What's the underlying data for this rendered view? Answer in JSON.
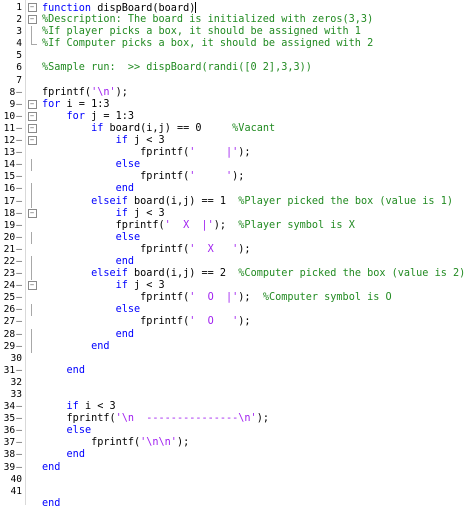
{
  "editor": {
    "lines": [
      [
        {
          "t": "function",
          "c": "kw"
        },
        {
          "t": " dispBoard(board)"
        }
      ],
      [
        {
          "t": "%Description: The board is initialized with zeros(3,3)",
          "c": "cm"
        }
      ],
      [
        {
          "t": "%If player picks a box, it should be assigned with 1",
          "c": "cm"
        }
      ],
      [
        {
          "t": "%If Computer picks a box, it should be assigned with 2",
          "c": "cm"
        }
      ],
      [],
      [
        {
          "t": "%Sample run:  >> dispBoard(randi([0 2],3,3))",
          "c": "cm"
        }
      ],
      [],
      [
        {
          "t": "fprintf("
        },
        {
          "t": "'\\n'",
          "c": "st"
        },
        {
          "t": ");"
        }
      ],
      [
        {
          "t": "for",
          "c": "kw"
        },
        {
          "t": " i = 1:3"
        }
      ],
      [
        {
          "t": "    "
        },
        {
          "t": "for",
          "c": "kw"
        },
        {
          "t": " j = 1:3"
        }
      ],
      [
        {
          "t": "        "
        },
        {
          "t": "if",
          "c": "kw"
        },
        {
          "t": " board(i,j) == 0     "
        },
        {
          "t": "%Vacant",
          "c": "cm"
        }
      ],
      [
        {
          "t": "            "
        },
        {
          "t": "if",
          "c": "kw"
        },
        {
          "t": " j < 3"
        }
      ],
      [
        {
          "t": "                fprintf("
        },
        {
          "t": "'     |'",
          "c": "st"
        },
        {
          "t": ");"
        }
      ],
      [
        {
          "t": "            "
        },
        {
          "t": "else",
          "c": "kw"
        }
      ],
      [
        {
          "t": "                fprintf("
        },
        {
          "t": "'     '",
          "c": "st"
        },
        {
          "t": ");"
        }
      ],
      [
        {
          "t": "            "
        },
        {
          "t": "end",
          "c": "kw"
        }
      ],
      [
        {
          "t": "        "
        },
        {
          "t": "elseif",
          "c": "kw"
        },
        {
          "t": " board(i,j) == 1  "
        },
        {
          "t": "%Player picked the box (value is 1)",
          "c": "cm"
        }
      ],
      [
        {
          "t": "            "
        },
        {
          "t": "if",
          "c": "kw"
        },
        {
          "t": " j < 3"
        }
      ],
      [
        {
          "t": "            fprintf("
        },
        {
          "t": "'  X  |'",
          "c": "st"
        },
        {
          "t": ");  "
        },
        {
          "t": "%Player symbol is X",
          "c": "cm"
        }
      ],
      [
        {
          "t": "            "
        },
        {
          "t": "else",
          "c": "kw"
        }
      ],
      [
        {
          "t": "                fprintf("
        },
        {
          "t": "'  X   '",
          "c": "st"
        },
        {
          "t": ");"
        }
      ],
      [
        {
          "t": "            "
        },
        {
          "t": "end",
          "c": "kw"
        }
      ],
      [
        {
          "t": "        "
        },
        {
          "t": "elseif",
          "c": "kw"
        },
        {
          "t": " board(i,j) == 2  "
        },
        {
          "t": "%Computer picked the box (value is 2)",
          "c": "cm"
        }
      ],
      [
        {
          "t": "            "
        },
        {
          "t": "if",
          "c": "kw"
        },
        {
          "t": " j < 3"
        }
      ],
      [
        {
          "t": "                fprintf("
        },
        {
          "t": "'  O  |'",
          "c": "st"
        },
        {
          "t": ");  "
        },
        {
          "t": "%Computer symbol is O",
          "c": "cm"
        }
      ],
      [
        {
          "t": "            "
        },
        {
          "t": "else",
          "c": "kw"
        }
      ],
      [
        {
          "t": "                fprintf("
        },
        {
          "t": "'  O   '",
          "c": "st"
        },
        {
          "t": ");"
        }
      ],
      [
        {
          "t": "            "
        },
        {
          "t": "end",
          "c": "kw"
        }
      ],
      [
        {
          "t": "        "
        },
        {
          "t": "end",
          "c": "kw"
        }
      ],
      [],
      [
        {
          "t": "    "
        },
        {
          "t": "end",
          "c": "kw"
        }
      ],
      [],
      [],
      [
        {
          "t": "    "
        },
        {
          "t": "if",
          "c": "kw"
        },
        {
          "t": " i < 3"
        }
      ],
      [
        {
          "t": "    fprintf("
        },
        {
          "t": "'\\n  ---------------\\n'",
          "c": "st"
        },
        {
          "t": ");"
        }
      ],
      [
        {
          "t": "    "
        },
        {
          "t": "else",
          "c": "kw"
        }
      ],
      [
        {
          "t": "        fprintf("
        },
        {
          "t": "'\\n\\n'",
          "c": "st"
        },
        {
          "t": ");"
        }
      ],
      [
        {
          "t": "    "
        },
        {
          "t": "end",
          "c": "kw"
        }
      ],
      [
        {
          "t": "end",
          "c": "kw"
        }
      ],
      [],
      [],
      [
        {
          "t": "end",
          "c": "kw"
        }
      ]
    ],
    "line_numbers": [
      "1",
      "2",
      "3",
      "4",
      "5",
      "6",
      "7",
      "8",
      "9",
      "10",
      "11",
      "12",
      "13",
      "14",
      "15",
      "16",
      "17",
      "18",
      "19",
      "20",
      "21",
      "22",
      "23",
      "24",
      "25",
      "26",
      "27",
      "28",
      "29",
      "30",
      "31",
      "32",
      "33",
      "34",
      "35",
      "36",
      "37",
      "38",
      "39",
      "40",
      "41"
    ],
    "line_marker_glyph": "–",
    "markers": [
      "fold-open",
      "fold-open",
      "line",
      "fold-end",
      "",
      "",
      "",
      "dash",
      "fold-open-dash",
      "fold-open-dash",
      "fold-open-dash",
      "fold-open-dash",
      "dash",
      "line-dash",
      "dash",
      "line-dash",
      "line-dash",
      "fold-open-dash",
      "dash",
      "line-dash",
      "dash",
      "line-dash",
      "line-dash",
      "fold-open-dash",
      "dash",
      "line-dash",
      "dash",
      "line-dash",
      "line-dash",
      "",
      "dash",
      "",
      "",
      "dash",
      "dash",
      "dash",
      "dash",
      "dash",
      "dash",
      "",
      "",
      ""
    ]
  }
}
